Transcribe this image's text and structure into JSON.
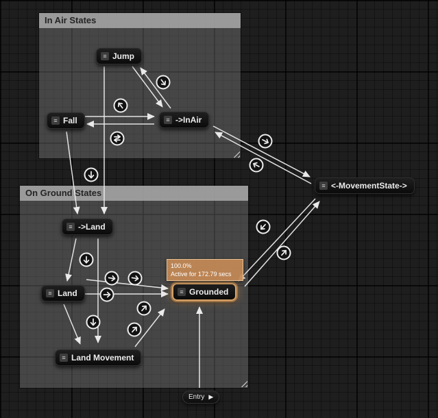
{
  "colors": {
    "active_state": "#d9a467",
    "wire": "#ededed",
    "comment_header": "#a5a5a5",
    "tooltip_bg": "#c48955"
  },
  "icons": {
    "state": "≡",
    "entry_play": "▶"
  },
  "comments": {
    "in_air": {
      "title": "In Air States"
    },
    "on_ground": {
      "title": "On Ground States"
    }
  },
  "nodes": {
    "jump": {
      "label": "Jump"
    },
    "fall": {
      "label": "Fall"
    },
    "in_air": {
      "label": "->InAir"
    },
    "movement_state": {
      "label": "<-MovementState->"
    },
    "to_land": {
      "label": "->Land"
    },
    "land": {
      "label": "Land"
    },
    "grounded": {
      "label": "Grounded"
    },
    "land_movement": {
      "label": "Land Movement"
    },
    "entry": {
      "label": "Entry"
    }
  },
  "tooltip": {
    "line1": "100.0%",
    "line2": "Active for 172.79 secs"
  }
}
